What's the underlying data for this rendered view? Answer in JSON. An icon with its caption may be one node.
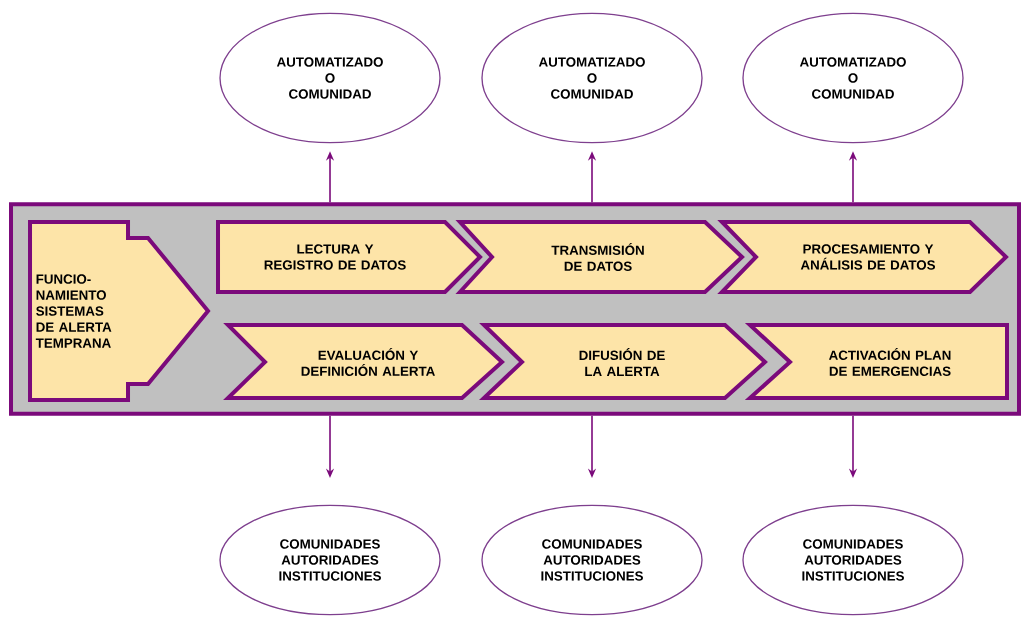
{
  "diagram": {
    "nodes": [
      {
        "text": [
          "AUTOMATIZADO O COMUNIDAD"
        ]
      },
      {
        "text": [
          "AUTOMATIZADO O COMUNIDAD"
        ]
      },
      {
        "text": [
          "AUTOMATIZADO O COMUNIDAD"
        ]
      },
      {
        "text": [],
        "shape": "band"
      },
      {
        "text": [
          "FUNCIO- NAMIENTO SISTEMAS DE ALERTA TEMPRANA"
        ],
        "in": 3
      },
      {
        "text": [
          "LECTURA Y REGISTRO DE DATOS"
        ],
        "in": 3
      },
      {
        "text": [
          "TRANSMISIÓN DE DATOS"
        ],
        "in": 3
      },
      {
        "text": [
          "PROCESAMIENTO Y ANÁLISIS DE DATOS"
        ],
        "in": 3
      },
      {
        "text": [
          "EVALUACIÓN Y DEFINICIÓN ALERTA"
        ],
        "in": 3
      },
      {
        "text": [
          "DIFUSIÓN DE LA ALERTA"
        ],
        "in": 3
      },
      {
        "text": [
          "ACTIVACIÓN PLAN DE EMERGENCIAS"
        ],
        "in": 3
      },
      {
        "text": [
          "COMUNIDADES AUTORIDADES INSTITUCIONES"
        ]
      },
      {
        "text": [
          "COMUNIDADES AUTORIDADES INSTITUCIONES"
        ]
      },
      {
        "text": [
          "COMUNIDADES AUTORIDADES INSTITUCIONES"
        ]
      }
    ],
    "edges": [
      {
        "from": 3,
        "to": 0,
        "arrow": "to"
      },
      {
        "from": 3,
        "to": 1,
        "arrow": "to"
      },
      {
        "from": 3,
        "to": 2,
        "arrow": "to"
      },
      {
        "from": 3,
        "to": 11,
        "arrow": "to"
      },
      {
        "from": 3,
        "to": 12,
        "arrow": "to"
      },
      {
        "from": 3,
        "to": 13,
        "arrow": "to"
      }
    ]
  }
}
